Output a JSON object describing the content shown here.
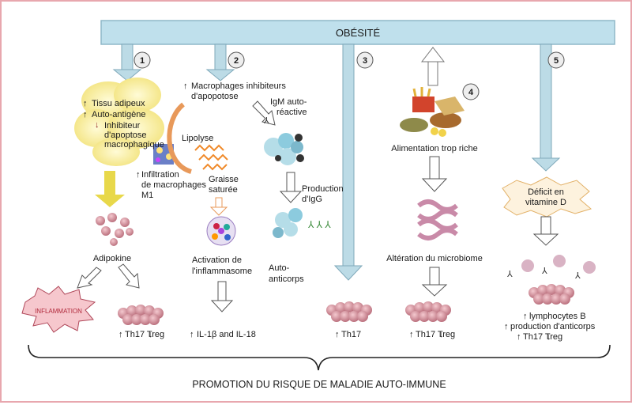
{
  "top_bar": {
    "title": "OBÉSITÉ",
    "color": "#bfe0ec"
  },
  "steps": [
    "1",
    "2",
    "3",
    "4",
    "5"
  ],
  "col1": {
    "adipose_lines": [
      "Tissu adipeux",
      "Auto-antigène",
      "Inhibiteur",
      "d'apoptose",
      "macrophagique"
    ],
    "infiltration_lines": [
      "Infiltration",
      "de macrophages",
      "M1"
    ],
    "adipokine": "Adipokine",
    "inflammation": "INFLAMMATION",
    "th_treg": "Th17   Treg"
  },
  "col2": {
    "macrophages_lines": [
      "Macrophages inhibiteurs",
      "d'apopotose"
    ],
    "lipolyse": "Lipolyse",
    "graisse_lines": [
      "Graisse",
      "saturée"
    ],
    "activation_lines": [
      "Activation de",
      "l'inflammasome"
    ],
    "il": "IL-1β and IL-18"
  },
  "col2b": {
    "igm_lines": [
      "IgM auto-",
      "réactive"
    ],
    "production_lines": [
      "Production",
      "d'IgG"
    ],
    "auto_lines": [
      "Auto-",
      "anticorps"
    ]
  },
  "col3": {
    "th17": "Th17"
  },
  "col4": {
    "alimentation": "Alimentation trop riche",
    "alteration": "Altération du microbiome",
    "th_treg": "Th17   Treg"
  },
  "col5": {
    "deficit_lines": [
      "Déficit en",
      "vitamine D"
    ],
    "result_lines": [
      "lymphocytes B",
      "production d'anticorps",
      "Th17   Treg"
    ]
  },
  "bottom": {
    "label": "PROMOTION DU RISQUE DE MALADIE AUTO-IMMUNE"
  },
  "colors": {
    "arrow_blue": "#bcdbe6",
    "arrow_yellow": "#e8d84a",
    "cell_pink": "#e8a0a8",
    "frame": "#e8a7ae"
  }
}
